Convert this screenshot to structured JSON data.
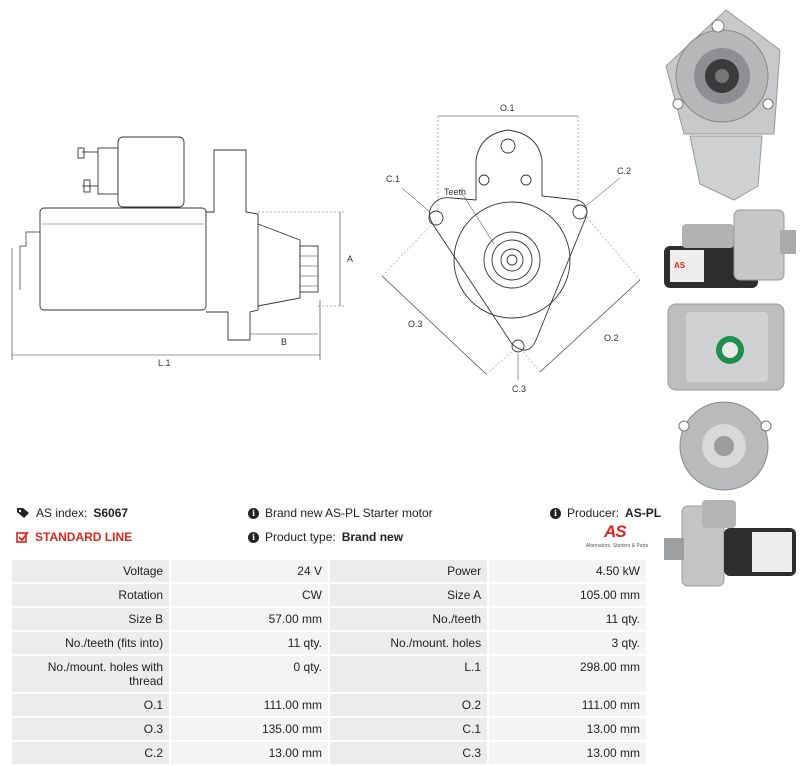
{
  "drawing": {
    "side_labels": {
      "l1": "L.1",
      "a": "A",
      "b": "B"
    },
    "front_labels": {
      "o1": "O.1",
      "o2": "O.2",
      "o3": "O.3",
      "c1": "C.1",
      "c2": "C.2",
      "c3": "C.3",
      "teeth": "Teeth"
    }
  },
  "info": {
    "as_index_label": "AS index:",
    "as_index_value": "S6067",
    "standard_line": "STANDARD LINE",
    "description": "Brand new AS-PL Starter motor",
    "product_type_label": "Product type:",
    "product_type_value": "Brand new",
    "producer_label": "Producer:",
    "producer_value": "AS-PL"
  },
  "logo": {
    "main": "AS",
    "tagline": "Alternators, Starters & Parts"
  },
  "colors": {
    "accent_red": "#d9261c",
    "cell_bg": "#ececec"
  },
  "specs": [
    [
      "Voltage",
      "24 V",
      "Power",
      "4.50 kW"
    ],
    [
      "Rotation",
      "CW",
      "Size A",
      "105.00 mm"
    ],
    [
      "Size B",
      "57.00 mm",
      "No./teeth",
      "11 qty."
    ],
    [
      "No./teeth (fits into)",
      "11 qty.",
      "No./mount. holes",
      "3 qty."
    ],
    [
      "No./mount. holes with thread",
      "0 qty.",
      "L.1",
      "298.00 mm"
    ],
    [
      "O.1",
      "111.00 mm",
      "O.2",
      "111.00 mm"
    ],
    [
      "O.3",
      "135.00 mm",
      "C.1",
      "13.00 mm"
    ],
    [
      "C.2",
      "13.00 mm",
      "C.3",
      "13.00 mm"
    ]
  ]
}
